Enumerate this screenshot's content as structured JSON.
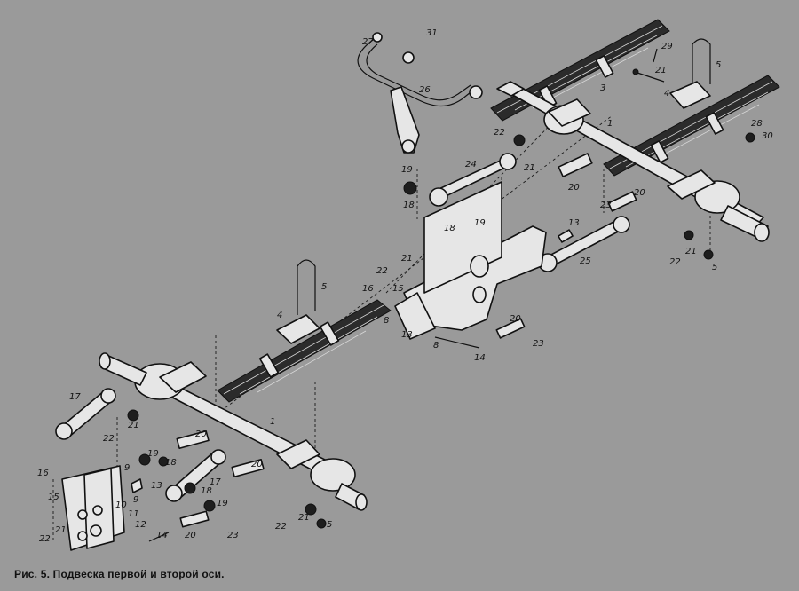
{
  "caption": "Рис. 5. Подвеска первой и второй оси.",
  "callouts": {
    "c1": "1",
    "c1b": "1",
    "c3": "3",
    "c4": "4",
    "c4b": "4",
    "c5a": "5",
    "c5b": "5",
    "c5c": "5",
    "c5d": "5",
    "c8": "8",
    "c8b": "8",
    "c9": "9",
    "c9b": "9",
    "c10": "10",
    "c11": "11",
    "c12": "12",
    "c13": "13",
    "c13b": "13",
    "c14": "14",
    "c14b": "14",
    "c15": "15",
    "c15b": "15",
    "c16": "16",
    "c16b": "16",
    "c17": "17",
    "c17b": "17",
    "c18": "18",
    "c18b": "18",
    "c18c": "18",
    "c18d": "18",
    "c19": "19",
    "c19b": "19",
    "c19c": "19",
    "c19d": "19",
    "c20": "20",
    "c20b": "20",
    "c20c": "20",
    "c20d": "20",
    "c20e": "20",
    "c20f": "20",
    "c21a": "21",
    "c21b": "21",
    "c21c": "21",
    "c21d": "21",
    "c21e": "21",
    "c21f": "21",
    "c21g": "21",
    "c21h": "21",
    "c22a": "22",
    "c22b": "22",
    "c22c": "22",
    "c22d": "22",
    "c22e": "22",
    "c22f": "22",
    "c23": "23",
    "c23b": "23",
    "c23c": "23",
    "c23d": "23",
    "c24": "24",
    "c25": "25",
    "c26": "26",
    "c27": "27",
    "c28": "28",
    "c29": "29",
    "c30": "30",
    "c31": "31"
  },
  "colors": {
    "background": "#9a9a9a",
    "ink": "#111111",
    "part_fill": "#e6e6e6"
  }
}
